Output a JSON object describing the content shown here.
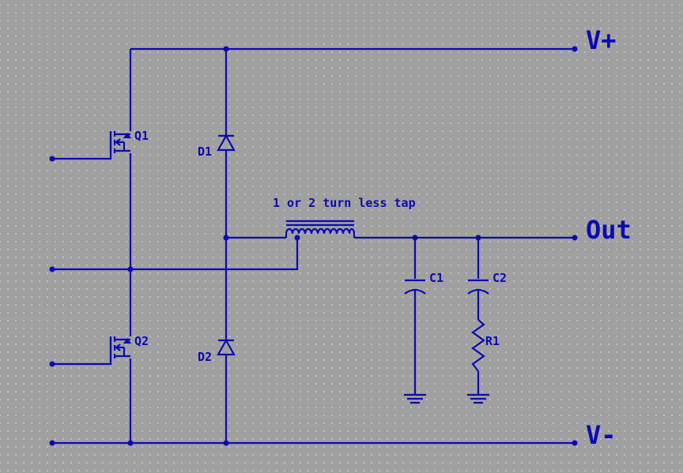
{
  "rails": {
    "v_plus": "V+",
    "out": "Out",
    "v_minus": "V-"
  },
  "inductor_note": "1 or 2 turn less tap",
  "components": {
    "q1": "Q1",
    "q2": "Q2",
    "d1": "D1",
    "d2": "D2",
    "c1": "C1",
    "c2": "C2",
    "r1": "R1"
  }
}
